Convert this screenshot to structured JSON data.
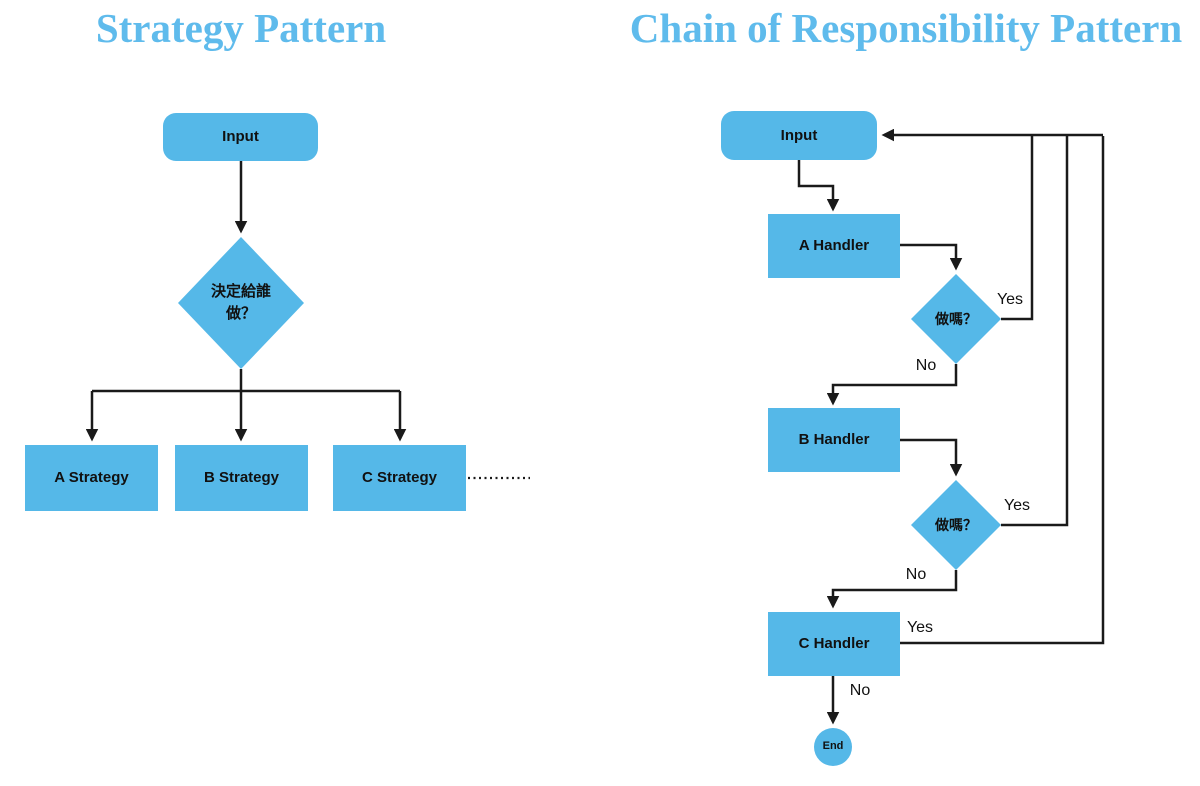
{
  "colors": {
    "shape_fill": "#55B8E8",
    "title_text": "#5FBBEC",
    "line": "#1A1A1A",
    "label_text": "#111111"
  },
  "left_diagram": {
    "title": "Strategy Pattern",
    "input_label": "Input",
    "decision_line1": "決定給誰",
    "decision_line2": "做？",
    "strategies": [
      "A Strategy",
      "B Strategy",
      "C Strategy"
    ]
  },
  "right_diagram": {
    "title": "Chain of Responsibility Pattern",
    "input_label": "Input",
    "handlers": [
      "A Handler",
      "B Handler",
      "C Handler"
    ],
    "decision_label": "做嗎？",
    "yes_label": "Yes",
    "no_label": "No",
    "end_label": "End"
  }
}
